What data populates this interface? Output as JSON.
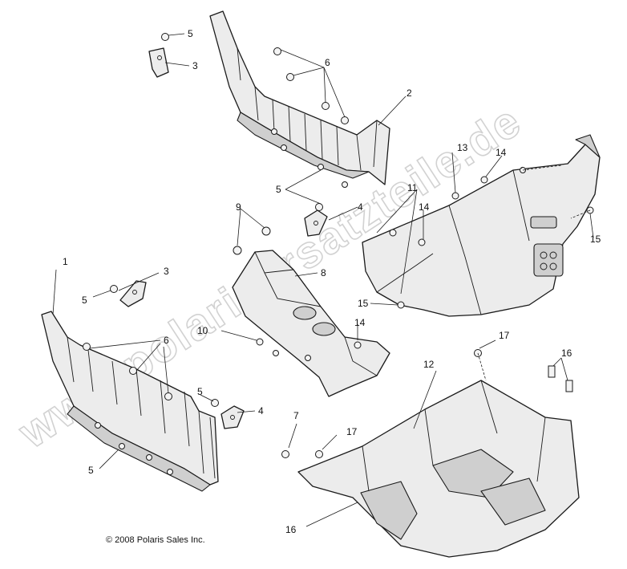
{
  "watermark": "www.polarisersatzteile.de",
  "copyright": "© 2008 Polaris Sales Inc.",
  "callouts": {
    "c1": "1",
    "c2": "2",
    "c3a": "3",
    "c3b": "3",
    "c4a": "4",
    "c4b": "4",
    "c5a": "5",
    "c5b": "5",
    "c5c": "5",
    "c5d": "5",
    "c5e": "5",
    "c6a": "6",
    "c6b": "6",
    "c7": "7",
    "c8": "8",
    "c9": "9",
    "c10": "10",
    "c11": "11",
    "c12": "12",
    "c13": "13",
    "c14a": "14",
    "c14b": "14",
    "c14c": "14",
    "c15a": "15",
    "c15b": "15",
    "c16a": "16",
    "c16b": "16",
    "c17a": "17",
    "c17b": "17"
  }
}
